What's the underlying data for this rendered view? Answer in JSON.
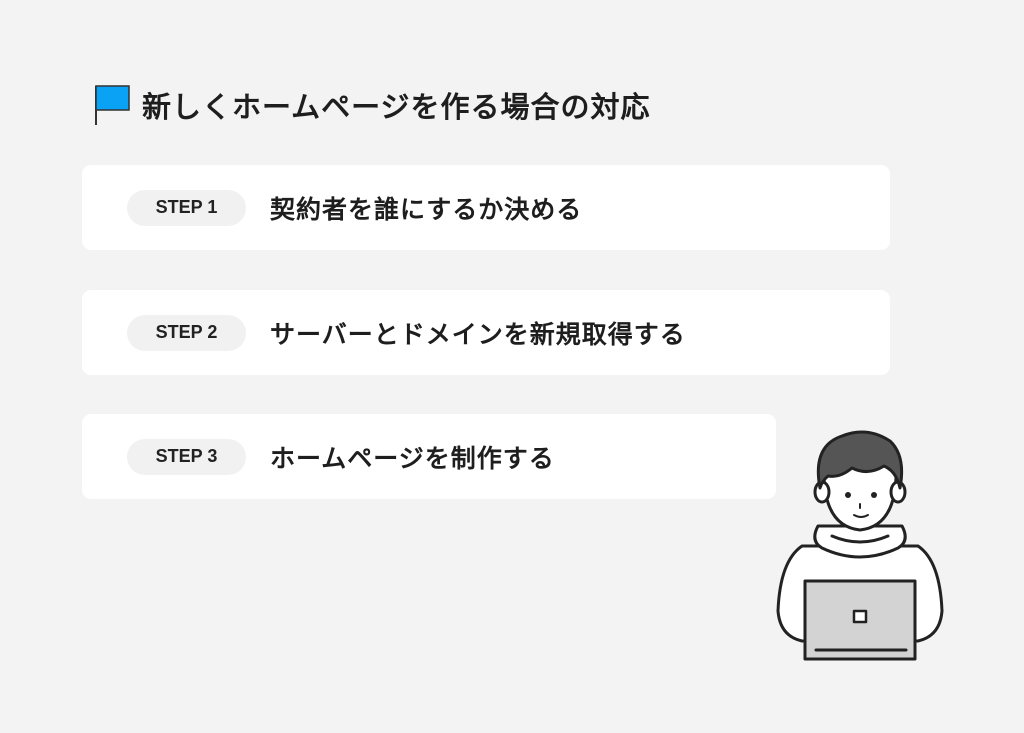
{
  "title": "新しくホームページを作る場合の対応",
  "accent_color": "#0aa2f5",
  "steps": [
    {
      "label": "STEP 1",
      "text": "契約者を誰にするか決める"
    },
    {
      "label": "STEP 2",
      "text": "サーバーとドメインを新規取得する"
    },
    {
      "label": "STEP 3",
      "text": "ホームページを制作する"
    }
  ]
}
